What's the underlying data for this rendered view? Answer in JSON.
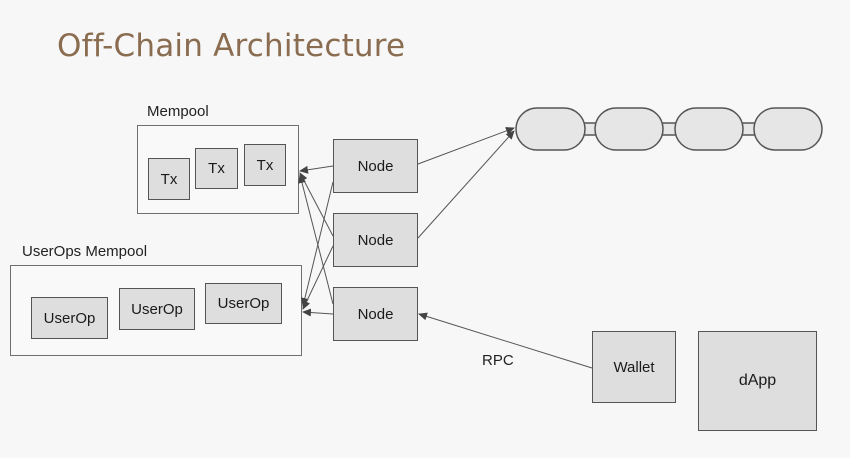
{
  "slide": {
    "title": "Off-Chain Architecture"
  },
  "mempool": {
    "label": "Mempool",
    "txs": [
      "Tx",
      "Tx",
      "Tx"
    ]
  },
  "userops_mempool": {
    "label": "UserOps Mempool",
    "userops": [
      "UserOp",
      "UserOp",
      "UserOp"
    ]
  },
  "nodes": [
    "Node",
    "Node",
    "Node"
  ],
  "rpc_label": "RPC",
  "wallet_label": "Wallet",
  "dapp_label": "dApp",
  "colors": {
    "title": "#8a6d50",
    "box_fill": "#dedede",
    "box_border": "#555555",
    "chain_fill": "#e6e6e6",
    "arrow": "#555555"
  }
}
